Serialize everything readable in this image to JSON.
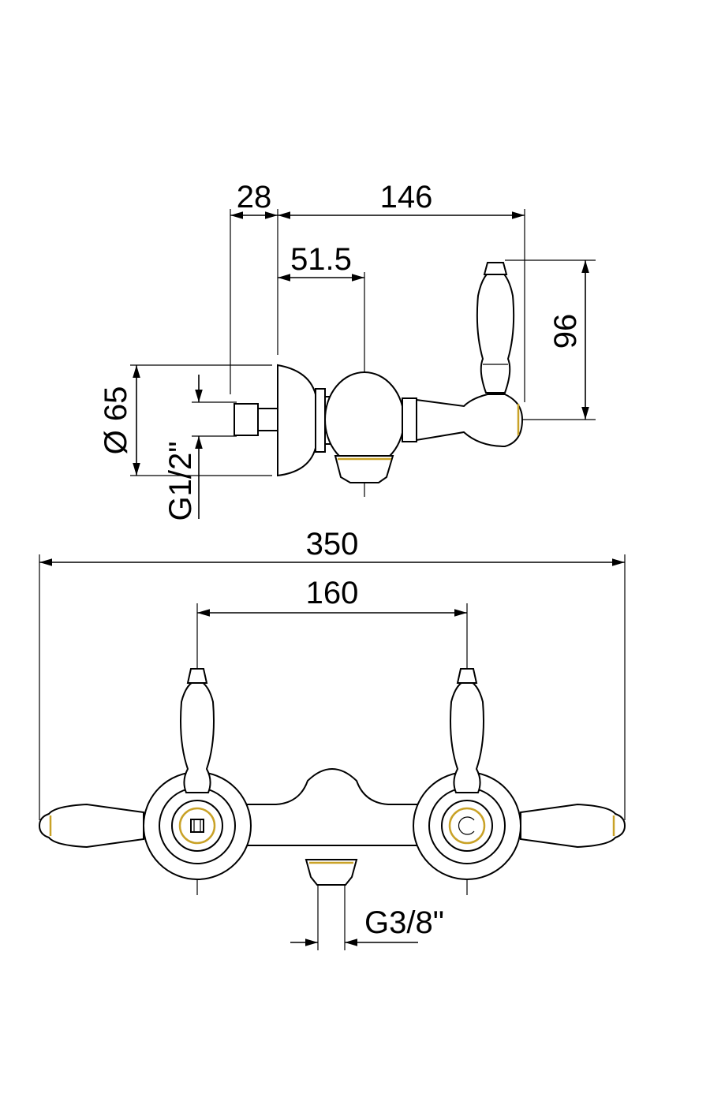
{
  "dimensions": {
    "d28": "28",
    "d146": "146",
    "d51_5": "51.5",
    "d96": "96",
    "d65": "Ø 65",
    "g12": "G1/2\"",
    "d350": "350",
    "d160": "160",
    "g38": "G3/8\""
  },
  "colors": {
    "line": "#000000",
    "accent": "#c9a227"
  }
}
